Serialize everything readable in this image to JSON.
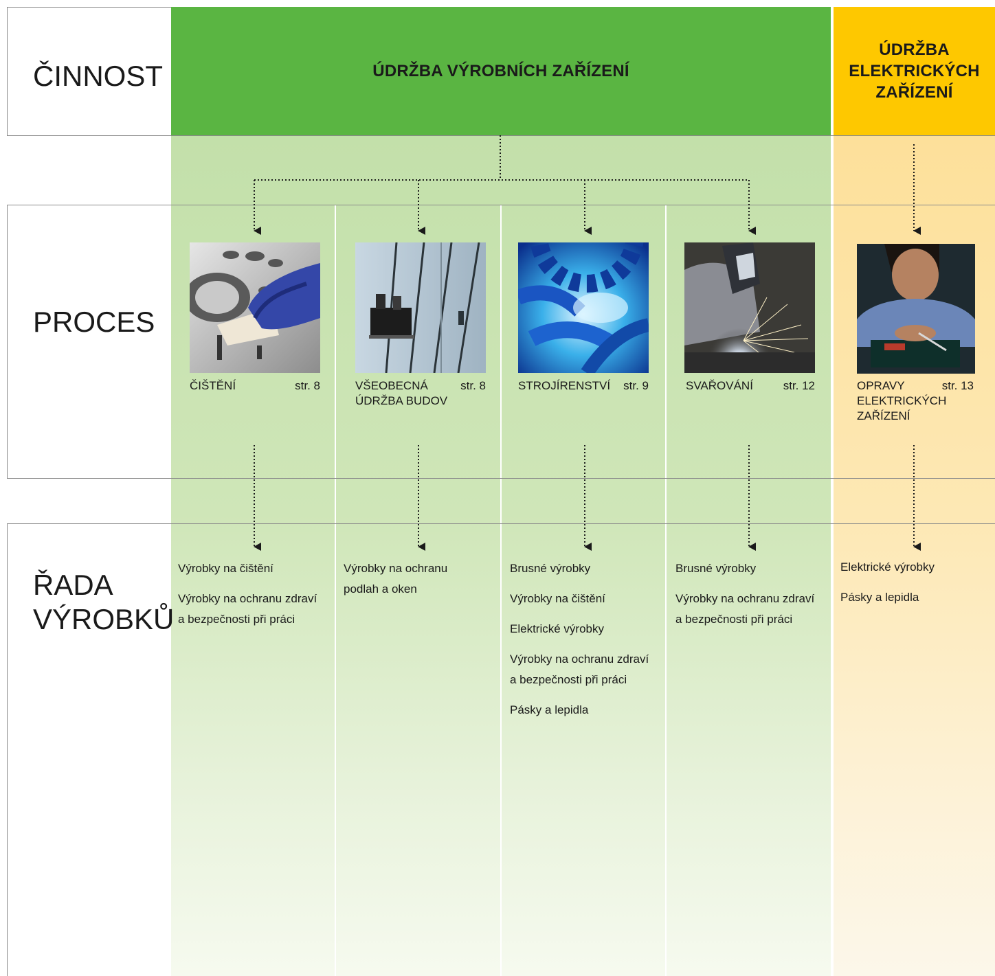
{
  "row_labels": {
    "cinnost": "ČINNOST",
    "proces": "PROCES",
    "rada_line1": "ŘADA",
    "rada_line2": "VÝROBKŮ"
  },
  "headers": {
    "vyrobni": "ÚDRŽBA VÝROBNÍCH ZAŘÍZENÍ",
    "elektricke_line1": "ÚDRŽBA",
    "elektricke_line2": "ELEKTRICKÝCH",
    "elektricke_line3": "ZAŘÍZENÍ"
  },
  "processes": [
    {
      "name_line1": "ČIŠTĚNÍ",
      "name_line2": "",
      "name_line3": "",
      "page": "str. 8",
      "photo_icon": "cleaning-photo",
      "products": [
        "Výrobky na čištění",
        "Výrobky na ochranu zdraví a bezpečnosti při práci"
      ]
    },
    {
      "name_line1": "VŠEOBECNÁ",
      "name_line2": "ÚDRŽBA BUDOV",
      "name_line3": "",
      "page": "str. 8",
      "photo_icon": "building-maintenance-photo",
      "products": [
        "Výrobky na ochranu podlah a oken"
      ]
    },
    {
      "name_line1": "STROJÍRENSTVÍ",
      "name_line2": "",
      "name_line3": "",
      "page": "str. 9",
      "photo_icon": "gears-photo",
      "products": [
        "Brusné výrobky",
        "Výrobky na čištění",
        "Elektrické výrobky",
        "Výrobky na ochranu zdraví a bezpečnosti při práci",
        "Pásky a lepidla"
      ]
    },
    {
      "name_line1": "SVAŘOVÁNÍ",
      "name_line2": "",
      "name_line3": "",
      "page": "str. 12",
      "photo_icon": "welding-photo",
      "products": [
        "Brusné výrobky",
        "Výrobky na ochranu zdraví a bezpečnosti při práci"
      ]
    },
    {
      "name_line1": "OPRAVY",
      "name_line2": "ELEKTRICKÝCH",
      "name_line3": "ZAŘÍZENÍ",
      "page": "str. 13",
      "photo_icon": "electrical-repair-photo",
      "products": [
        "Elektrické výrobky",
        "Pásky a lepidla"
      ]
    }
  ],
  "colors": {
    "green_header": "#5ab542",
    "yellow_header": "#fec800",
    "green_band": "#c3e0aa",
    "yellow_band": "#fde09a"
  }
}
